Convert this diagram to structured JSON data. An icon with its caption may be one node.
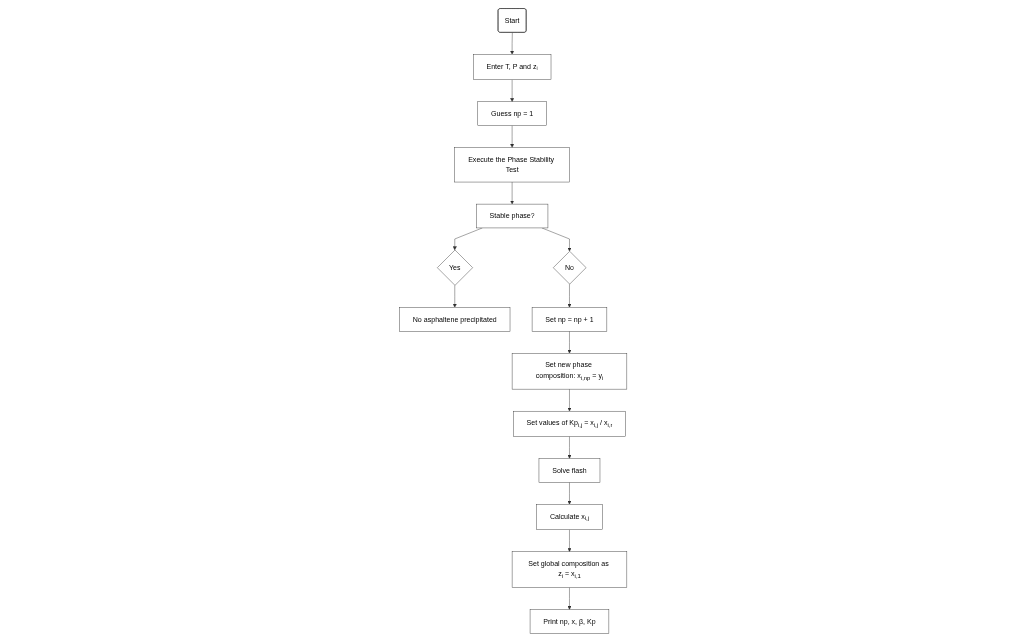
{
  "diagram": {
    "nodes": [
      {
        "text": [
          "Start"
        ]
      },
      {
        "text": [
          "Enter T, P and z$_{i}$"
        ]
      },
      {
        "text": [
          "Guess np = 1"
        ]
      },
      {
        "text": [
          "Execute the Phase Stability Test"
        ]
      },
      {
        "text": [
          "Stable phase?"
        ]
      },
      {
        "text": [
          "Yes"
        ]
      },
      {
        "text": [
          "No asphaltene precipitated"
        ]
      },
      {
        "text": [
          "No"
        ]
      },
      {
        "text": [
          "Set np = np + 1"
        ]
      },
      {
        "text": [
          "Set new phase composition: x$_{i,np}$ = y$_{i}$"
        ]
      },
      {
        "text": [
          "Set values of Kp$_{i,j}$ = x$_{i,j}$ / x$_{i,r}$"
        ]
      },
      {
        "text": [
          "Solve flash"
        ]
      },
      {
        "text": [
          "Calculate x$_{i,j}$"
        ]
      },
      {
        "text": [
          "Set global composition as z$_{i}$ = x$_{i,1}$"
        ]
      },
      {
        "text": [
          "Print np, x, β, Kp"
        ]
      }
    ],
    "edges": [
      {
        "from": 0,
        "to": 1,
        "arrow": "to"
      },
      {
        "from": 1,
        "to": 2,
        "arrow": "to"
      },
      {
        "from": 2,
        "to": 3,
        "arrow": "to"
      },
      {
        "from": 3,
        "to": 4,
        "arrow": "to"
      },
      {
        "from": 4,
        "to": 5,
        "arrow": "to"
      },
      {
        "from": 5,
        "to": 6,
        "arrow": "to"
      },
      {
        "from": 4,
        "to": 7,
        "arrow": "to"
      },
      {
        "from": 7,
        "to": 8,
        "arrow": "to"
      },
      {
        "from": 8,
        "to": 9,
        "arrow": "to"
      },
      {
        "from": 9,
        "to": 10,
        "arrow": "to"
      },
      {
        "from": 10,
        "to": 11,
        "arrow": "to"
      },
      {
        "from": 11,
        "to": 12,
        "arrow": "to"
      },
      {
        "from": 12,
        "to": 13,
        "arrow": "to"
      },
      {
        "from": 13,
        "to": 14,
        "arrow": "to"
      }
    ]
  }
}
